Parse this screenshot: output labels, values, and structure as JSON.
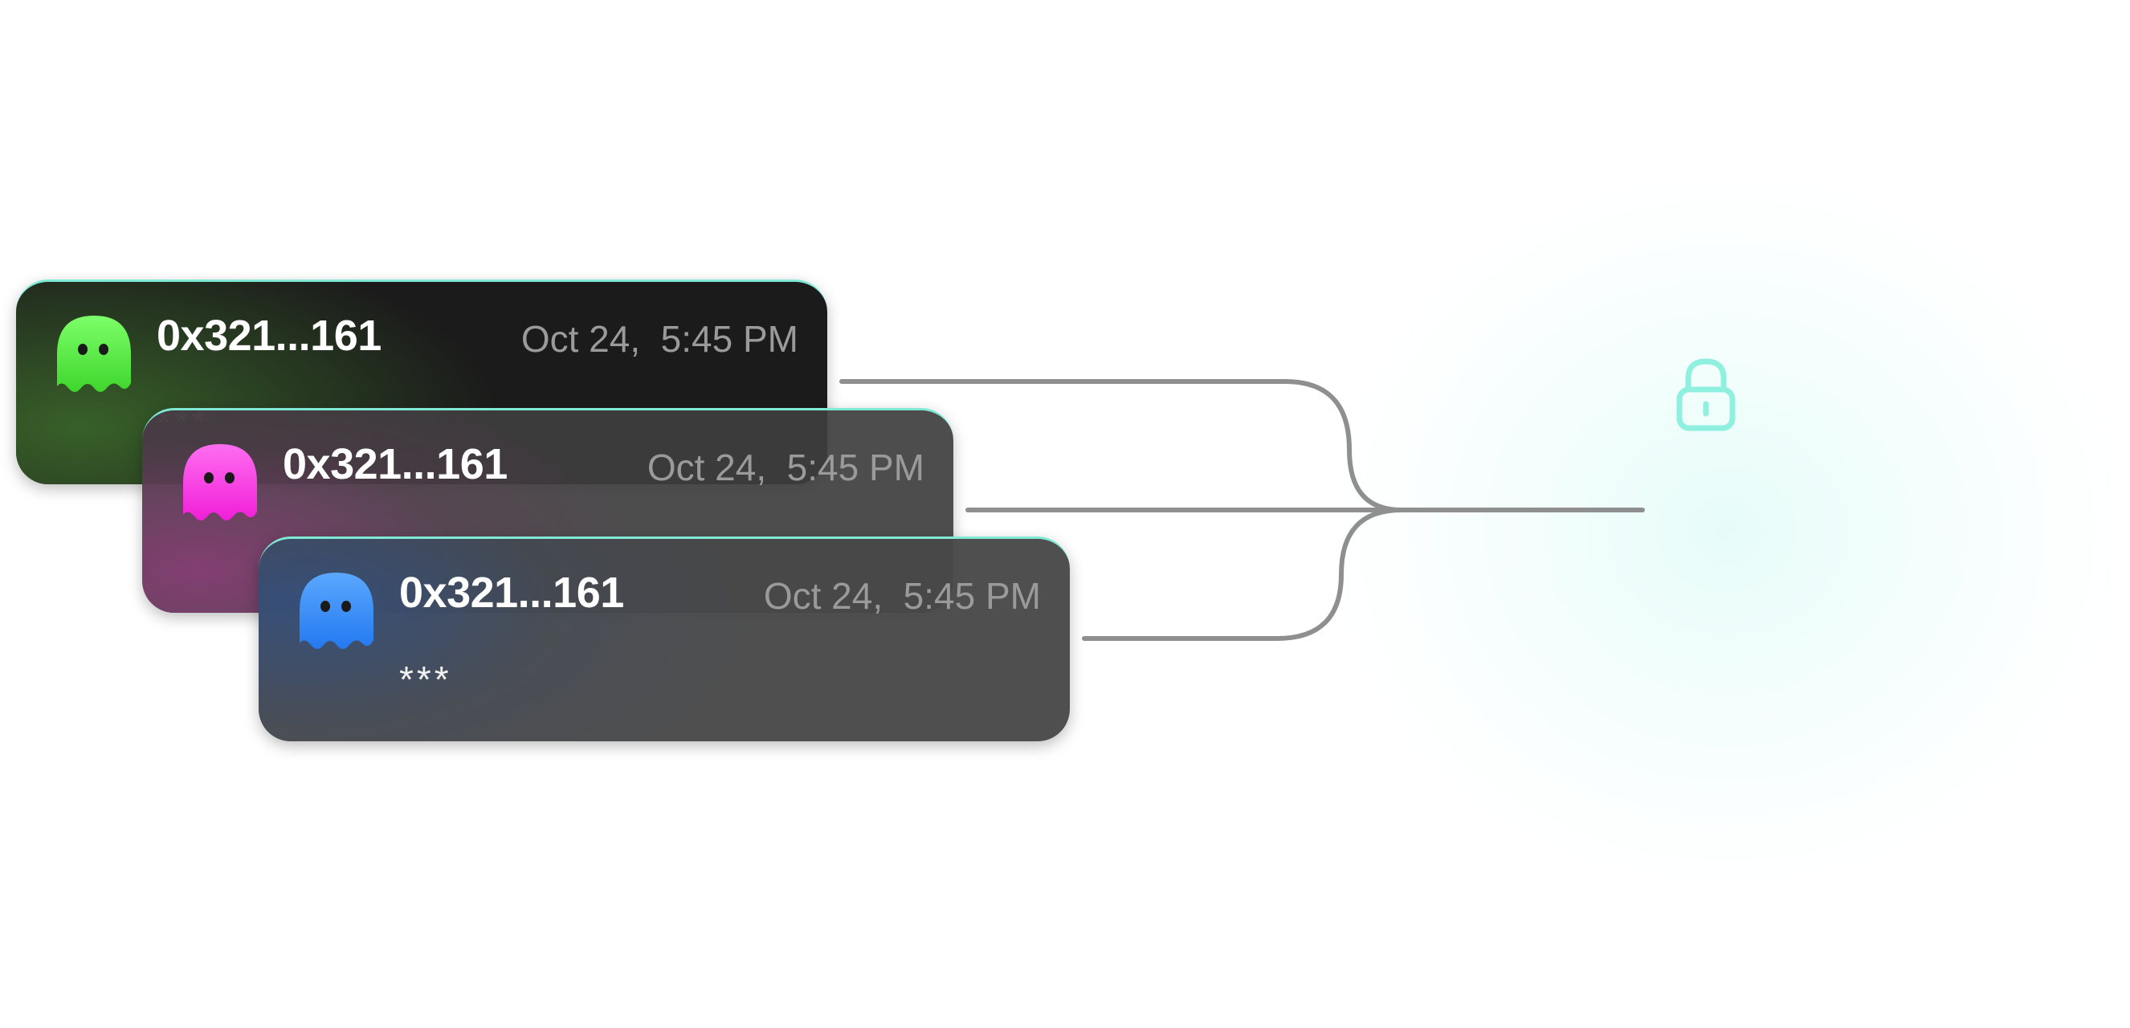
{
  "messages": [
    {
      "address": "0x321...161",
      "timestamp": "Oct 24,  5:45 PM",
      "preview": "***",
      "avatar_icon": "ghost-icon",
      "avatar_color": "#4cf23a"
    },
    {
      "address": "0x321...161",
      "timestamp": "Oct 24,  5:45 PM",
      "preview": "***",
      "avatar_icon": "ghost-icon",
      "avatar_color": "#ff2fe8"
    },
    {
      "address": "0x321...161",
      "timestamp": "Oct 24,  5:45 PM",
      "preview": "***",
      "avatar_icon": "ghost-icon",
      "avatar_color": "#2f8bff"
    }
  ],
  "lock": {
    "icon": "lock-icon",
    "color": "#8ff0e0"
  },
  "colors": {
    "card_border": "#7fe9d6",
    "connector": "#8f8f8f",
    "timestamp": "#9a9a9a"
  }
}
